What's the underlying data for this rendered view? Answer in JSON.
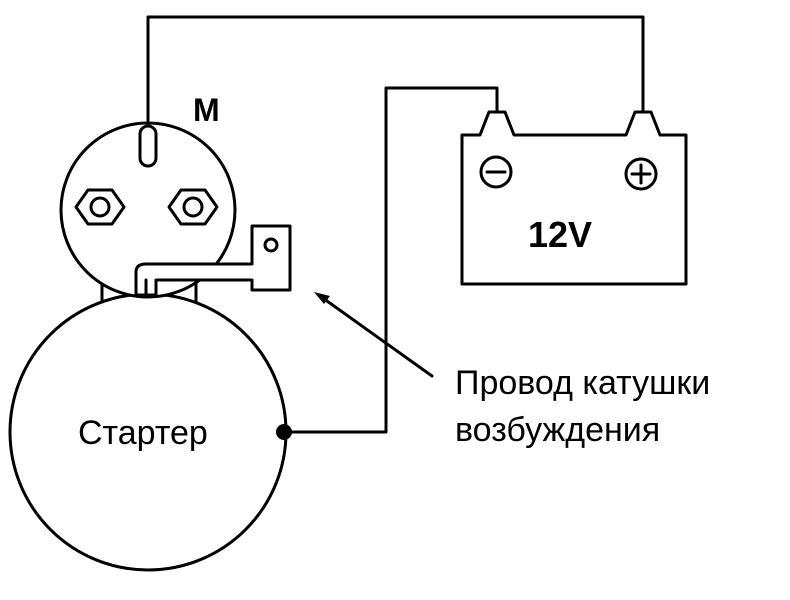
{
  "solenoid_terminal_label": "M",
  "battery": {
    "voltage_label": "12V",
    "negative_symbol": "minus-icon",
    "positive_symbol": "plus-icon"
  },
  "starter_label": "Стартер",
  "callout": {
    "line1": "Провод катушки",
    "line2": "возбуждения"
  }
}
